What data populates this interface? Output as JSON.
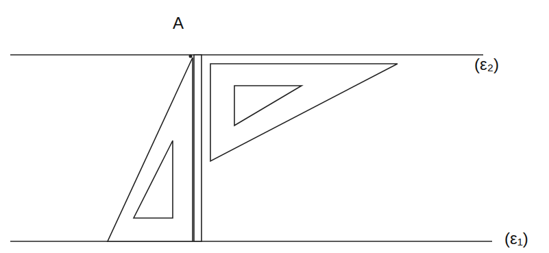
{
  "diagram": {
    "labels": [
      "A",
      "(ε₂)",
      "(ε₁)"
    ]
  }
}
